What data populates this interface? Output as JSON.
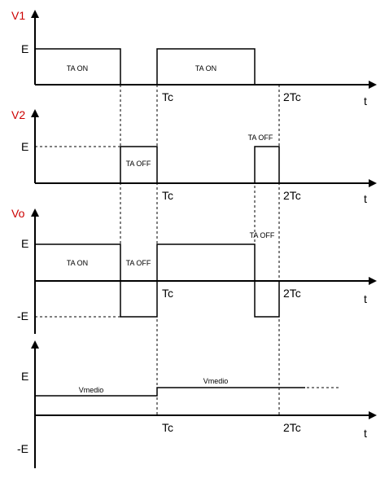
{
  "panels": {
    "v1": {
      "axis_label": "V1",
      "level_e": "E",
      "time": "t",
      "tc": "Tc",
      "two_tc": "2Tc",
      "pulse1_label": "TA ON",
      "pulse2_label": "TA ON"
    },
    "v2": {
      "axis_label": "V2",
      "level_e": "E",
      "time": "t",
      "tc": "Tc",
      "two_tc": "2Tc",
      "pulse1_label": "TA OFF",
      "pulse2_label": "TA OFF"
    },
    "vo": {
      "axis_label": "Vo",
      "level_e": "E",
      "level_neg_e": "-E",
      "time": "t",
      "tc": "Tc",
      "two_tc": "2Tc",
      "on_label": "TA ON",
      "off1_label": "TA OFF",
      "off2_label": "TA OFF"
    },
    "vmean": {
      "level_e": "E",
      "level_neg_e": "-E",
      "time": "t",
      "tc": "Tc",
      "two_tc": "2Tc",
      "mean1_label": "Vmedio",
      "mean2_label": "Vmedio"
    }
  },
  "colors": {
    "axis_label": "#cc0000",
    "line": "#000000"
  }
}
